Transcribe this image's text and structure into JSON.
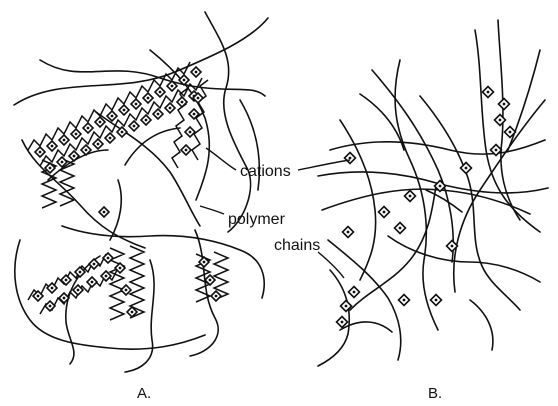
{
  "labels": {
    "cations": "cations",
    "polymer": "polymer",
    "chains": "chains",
    "panel_a": "A.",
    "panel_b": "B."
  }
}
